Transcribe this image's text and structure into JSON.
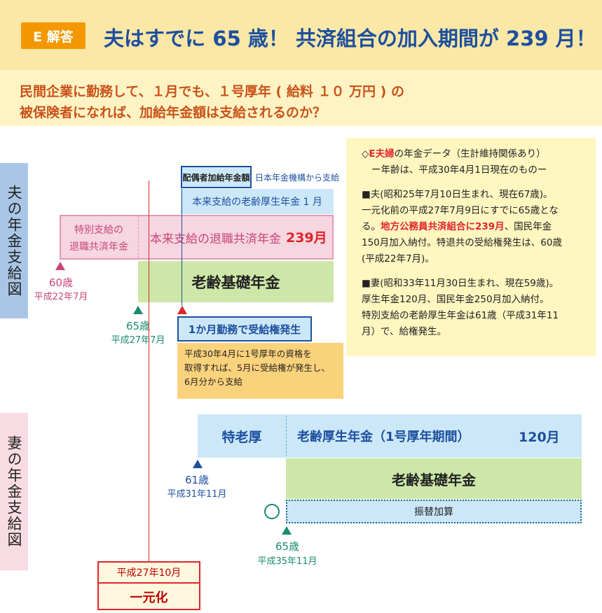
{
  "header": {
    "badge": "E 解答",
    "title": "夫はすでに 65 歳！ 共済組合の加入期間が 239 月！",
    "question_line1": "民間企業に勤務して、１月でも、１号厚年 ( 給料 １０ 万円 ) の",
    "question_line2": "被保険者になれば、加給年金額は支給されるのか？"
  },
  "husband": {
    "side_label": "夫の年金支給図",
    "spouse_allowance": "配偶者加給年金額",
    "spouse_allowance_note": "日本年金機構から支給",
    "old_age_employee_pension": "本来支給の老齢厚生年金 1 月",
    "special_retirement_1": "特別支給の",
    "special_retirement_2": "退職共済年金",
    "regular_retirement": "本来支給の退職共済年金",
    "regular_retirement_months": "239月",
    "basic_pension": "老齢基礎年金",
    "age60": "60歳",
    "age60_date": "平成22年7月",
    "age65": "65歳",
    "age65_date": "平成27年7月",
    "one_month_title": "1か月勤務で受給権発生",
    "one_month_note_1": "平成30年4月に1号厚年の資格を",
    "one_month_note_2": "取得すれば、5月に受給権が発生し、",
    "one_month_note_3": "6月分から支給"
  },
  "wife": {
    "side_label": "妻の年金支給図",
    "special": "特老厚",
    "employee_pension": "老齢厚生年金（1号厚年期間）",
    "employee_pension_months": "120月",
    "basic_pension": "老齢基礎年金",
    "transfer_addition": "振替加算",
    "age61": "61歳",
    "age61_date": "平成31年11月",
    "age65": "65歳",
    "age65_date": "平成35年11月"
  },
  "unification": {
    "date": "平成27年10月",
    "label": "一元化"
  },
  "info": {
    "line1_prefix": "◇",
    "line1_highlight": "E夫婦",
    "line1_rest": "の年金データ（生計維持関係あり）",
    "line2": "ー年齢は、平成30年4月1日現在のものー",
    "h1": "■夫(昭和25年7月10日生まれ、現在67歳)。",
    "h2": "一元化前の平成27年7月9日にすでに65歳とな",
    "h3_prefix": "る。",
    "h3_highlight": "地方公務員共済組合に239月",
    "h3_rest": "、国民年金",
    "h4": "150月加入納付。特退共の受給権発生は、60歳",
    "h5": "(平成22年7月)。",
    "w1": "■妻(昭和33年11月30日生まれ、現在59歳)。",
    "w2": "厚生年金120月、国民年金250月加入納付。",
    "w3": "特別支給の老齢厚生年金は61歳（平成31年11",
    "w4": "月）で、給権発生。"
  },
  "colors": {
    "header_bg": "#fbe7a6",
    "badge": "#f39800",
    "title": "#1d4f9f",
    "question": "#c8531a",
    "blue_block": "#cce8f8",
    "pink_block": "#f6d6e0",
    "green_block": "#cde7a8",
    "red_line": "#e0252a"
  }
}
